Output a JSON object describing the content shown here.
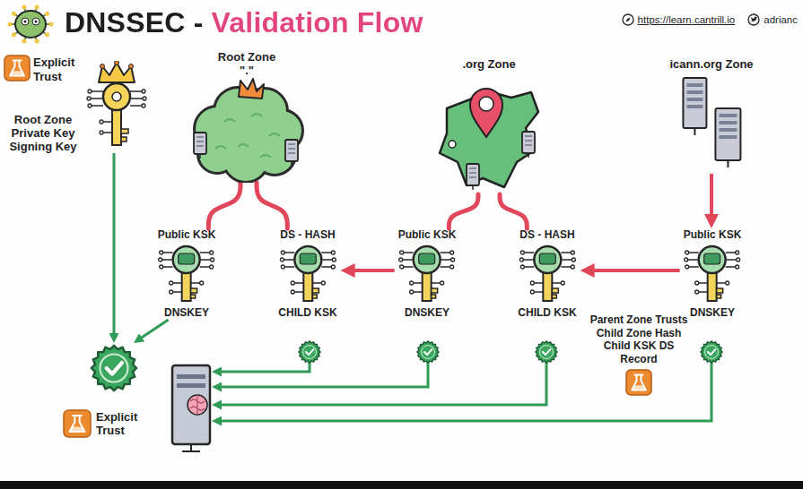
{
  "diagram": {
    "title": "DNSSEC - Validation Flow",
    "nodes": [
      {
        "text": [
          "Root Zone Private Key Signing Key"
        ]
      },
      {
        "text": [
          "Root Zone",
          "\".\""
        ]
      },
      {
        "text": [
          ".org Zone"
        ]
      },
      {
        "text": [
          "icann.org Zone"
        ]
      },
      {
        "text": [
          "Public KSK",
          "DNSKEY"
        ]
      },
      {
        "text": [
          "DS - HASH",
          "CHILD KSK"
        ]
      },
      {
        "text": [
          "Public KSK",
          "DNSKEY"
        ]
      },
      {
        "text": [
          "DS - HASH",
          "CHILD KSK"
        ]
      },
      {
        "text": [
          "Public KSK",
          "DNSKEY"
        ]
      },
      {
        "text": [
          "Explicit Trust"
        ]
      }
    ],
    "edges": [
      {
        "from": 0,
        "to": 9,
        "arrow": "to"
      },
      {
        "from": 4,
        "to": 9,
        "arrow": "to"
      },
      {
        "from": 1,
        "to": 4,
        "arrow": "none"
      },
      {
        "from": 1,
        "to": 5,
        "arrow": "none"
      },
      {
        "from": 2,
        "to": 6,
        "arrow": "none"
      },
      {
        "from": 2,
        "to": 7,
        "arrow": "none"
      },
      {
        "from": 3,
        "to": 8,
        "arrow": "to"
      },
      {
        "from": 6,
        "to": 5,
        "arrow": "to"
      },
      {
        "from": 8,
        "to": 7,
        "arrow": "to"
      }
    ],
    "labels": [
      "https://learn.cantrill.io",
      "adrianc",
      "Explicit Trust",
      "Parent Zone Trusts Child Zone Hash Child KSK DS Record"
    ]
  }
}
